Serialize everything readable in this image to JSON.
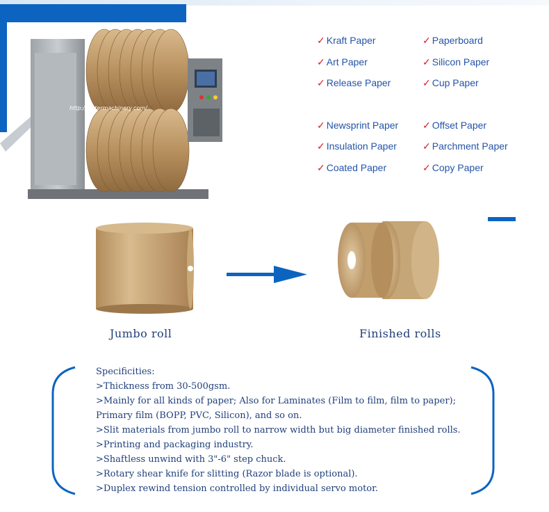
{
  "machine_photo": {
    "watermark": "http://slittermachinery.com/"
  },
  "paper_types": {
    "left_col": [
      "Kraft Paper",
      "Art Paper",
      "Release Paper",
      "Newsprint Paper",
      "Insulation Paper",
      "Coated Paper"
    ],
    "right_col": [
      "Paperboard",
      "Silicon Paper",
      "Cup Paper",
      "Offset Paper",
      "Parchment Paper",
      "Copy Paper"
    ],
    "check_color": "#d5232a",
    "text_color": "#2354a8"
  },
  "process": {
    "jumbo_label": "Jumbo roll",
    "finished_label": "Finished rolls",
    "arrow_color": "#0c64c0"
  },
  "specifications": {
    "heading": "Specificities:",
    "lines": [
      ">Thickness from 30-500gsm.",
      ">Mainly for all kinds of paper; Also for Laminates (Film to film, film to paper);",
      "Primary film (BOPP, PVC, Silicon), and so on.",
      ">Slit materials from jumbo roll to narrow width but big diameter finished rolls.",
      ">Printing and packaging industry.",
      ">Shaftless unwind with 3\"-6\" step chuck.",
      ">Rotary shear knife for slitting (Razor blade is optional).",
      ">Duplex rewind tension controlled by individual servo motor."
    ]
  },
  "colors": {
    "brand_blue": "#0c64c0",
    "kraft": "#c8a77a"
  }
}
